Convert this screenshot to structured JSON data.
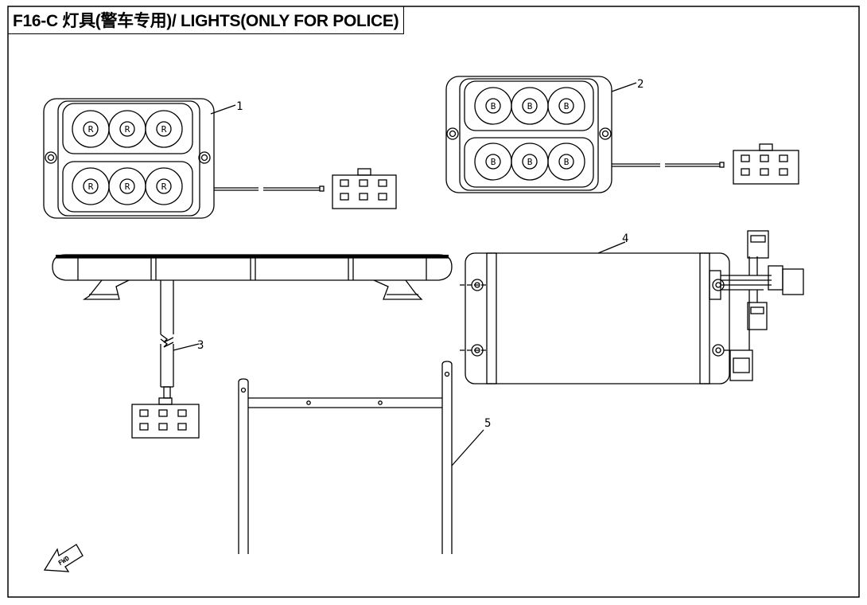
{
  "title": "F16-C 灯具(警车专用)/ LIGHTS(ONLY FOR POLICE)",
  "callouts": [
    "1",
    "2",
    "3",
    "4",
    "5"
  ],
  "lamp_1_letters": [
    "R",
    "R",
    "R",
    "R",
    "R",
    "R"
  ],
  "lamp_2_letters": [
    "B",
    "B",
    "B",
    "B",
    "B",
    "B"
  ],
  "fwd_label": "FWD",
  "fwd_icon": "arrow-icon"
}
